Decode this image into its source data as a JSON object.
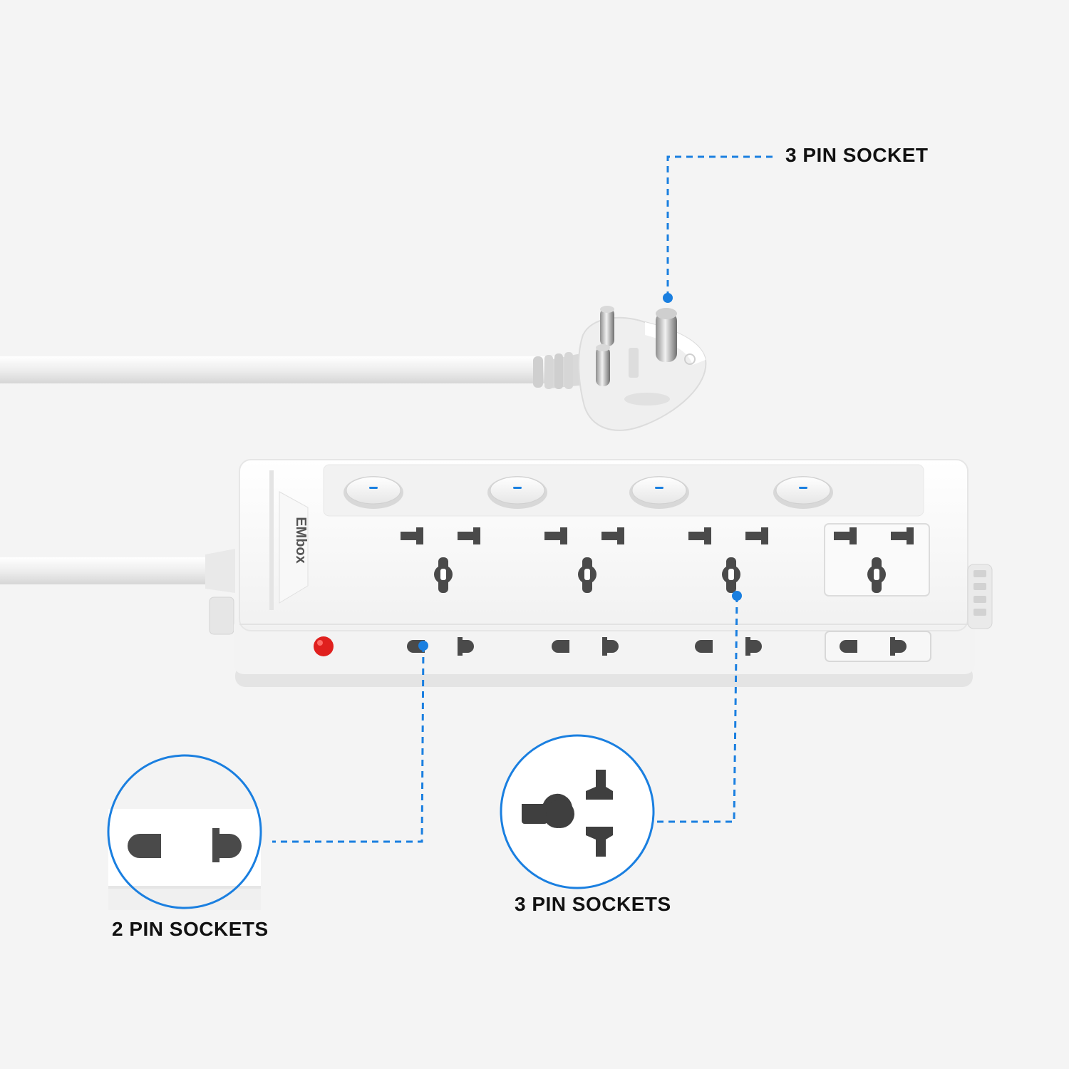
{
  "product": {
    "brand": "EMbox",
    "switch_count": 4,
    "universal_socket_count": 4,
    "two_pin_socket_count": 4
  },
  "callouts": {
    "plug_label": "3 PIN SOCKET",
    "two_pin_label": "2 PIN SOCKETS",
    "three_pin_label": "3 PIN SOCKETS"
  },
  "colors": {
    "background": "#f4f4f4",
    "accent": "#1a7fe0",
    "indicator": "#e0201e",
    "body": "#fbfbfb",
    "socket_hole": "#4a4a4a",
    "label_text": "#111111"
  },
  "icons": {
    "plug": "three-pin-plug-icon",
    "switch": "rocker-switch-icon",
    "indicator": "power-led-icon"
  }
}
